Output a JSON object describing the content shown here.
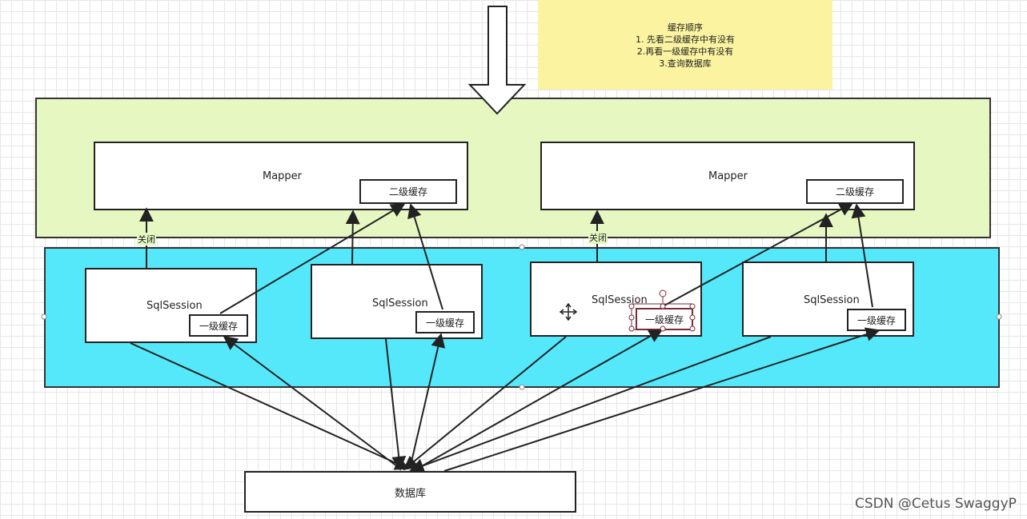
{
  "note": {
    "lines": [
      "缓存顺序",
      "1. 先看二级缓存中有没有",
      "2.再看一级缓存中有没有",
      "3.查询数据库"
    ]
  },
  "mappers": [
    {
      "title": "Mapper",
      "cache_label": "二级缓存"
    },
    {
      "title": "Mapper",
      "cache_label": "二级缓存"
    }
  ],
  "sessions": [
    {
      "title": "SqlSession",
      "cache_label": "一级缓存"
    },
    {
      "title": "SqlSession",
      "cache_label": "一级缓存"
    },
    {
      "title": "SqlSession",
      "cache_label": "一级缓存"
    },
    {
      "title": "SqlSession",
      "cache_label": "一级缓存"
    }
  ],
  "edge_labels": [
    "关闭",
    "关闭"
  ],
  "database": {
    "label": "数据库"
  },
  "watermark": "CSDN @Cetus SwaggyP",
  "colors": {
    "mapper_region": "#e6f7c2",
    "session_region": "#55e8fb",
    "note": "#fbf3a0"
  }
}
